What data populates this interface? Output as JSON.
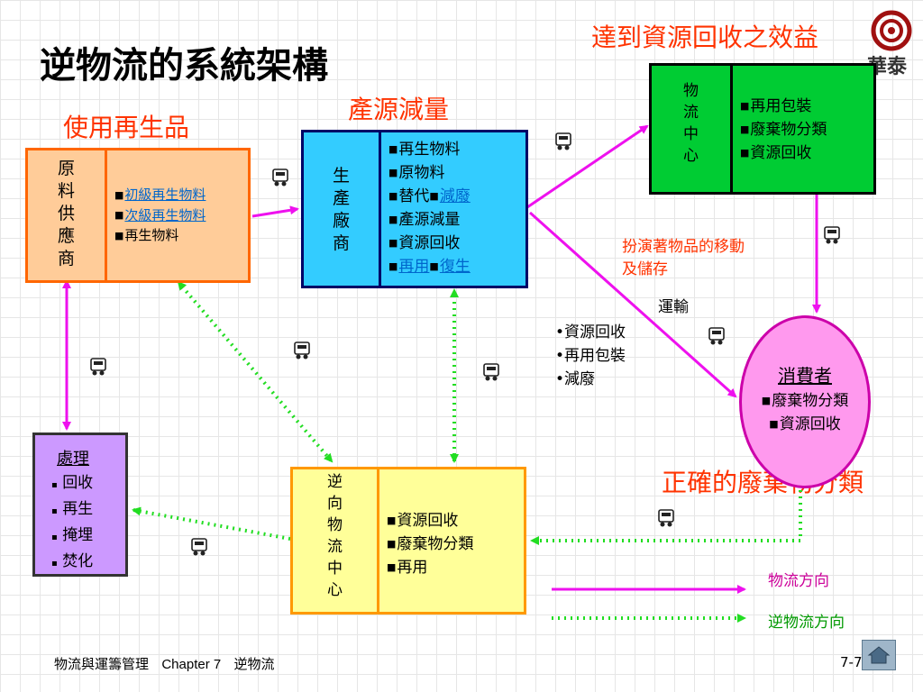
{
  "title": "逆物流的系統架構",
  "notes": {
    "benefit": "達到資源回收之效益",
    "source_reduction": "產源減量",
    "use_recycled": "使用再生品",
    "correct_sorting": "正確的廢棄物分類",
    "moving_storage_1": "扮演著物品的移動",
    "moving_storage_2": "及儲存",
    "transport": "運輸"
  },
  "logo_text": "華泰",
  "supplier": {
    "chars": [
      "原",
      "料",
      "供",
      "應",
      "商"
    ],
    "items": [
      {
        "text": "初級再生物料",
        "link": true
      },
      {
        "text": "次級再生物料",
        "link": true
      },
      {
        "text": "再生物料",
        "link": false
      }
    ]
  },
  "manufacturer": {
    "chars": [
      "生",
      "產",
      "廠",
      "商"
    ],
    "items": [
      "再生物料",
      "原物料",
      "產源減量",
      "資源回收"
    ],
    "item_substitute": "替代",
    "item_reduce": "減廢",
    "item_reuse": "再用",
    "item_regen": "復生"
  },
  "logistics_center": {
    "chars": [
      "物",
      "流",
      "中",
      "心"
    ],
    "items": [
      "再用包裝",
      "廢棄物分類",
      "資源回收"
    ]
  },
  "consumer": {
    "title": "消費者",
    "items": [
      "廢棄物分類",
      "資源回收"
    ]
  },
  "reverse_center": {
    "chars": [
      "逆",
      "向",
      "物",
      "流",
      "中",
      "心"
    ],
    "items": [
      "資源回收",
      "廢棄物分類",
      "再用"
    ]
  },
  "processing": {
    "title": "處理",
    "items": [
      "回收",
      "再生",
      "掩埋",
      "焚化"
    ]
  },
  "arrow_list": [
    "資源回收",
    "再用包裝",
    "減廢"
  ],
  "legend": {
    "forward": "物流方向",
    "reverse": "逆物流方向"
  },
  "footer": {
    "course": "物流與運籌管理",
    "chapter": "Chapter 7",
    "topic": "逆物流",
    "page": "7-7"
  },
  "colors": {
    "forward_arrow": "#ee11ee",
    "reverse_arrow": "#22dd22",
    "accent_red": "#ff3300"
  }
}
